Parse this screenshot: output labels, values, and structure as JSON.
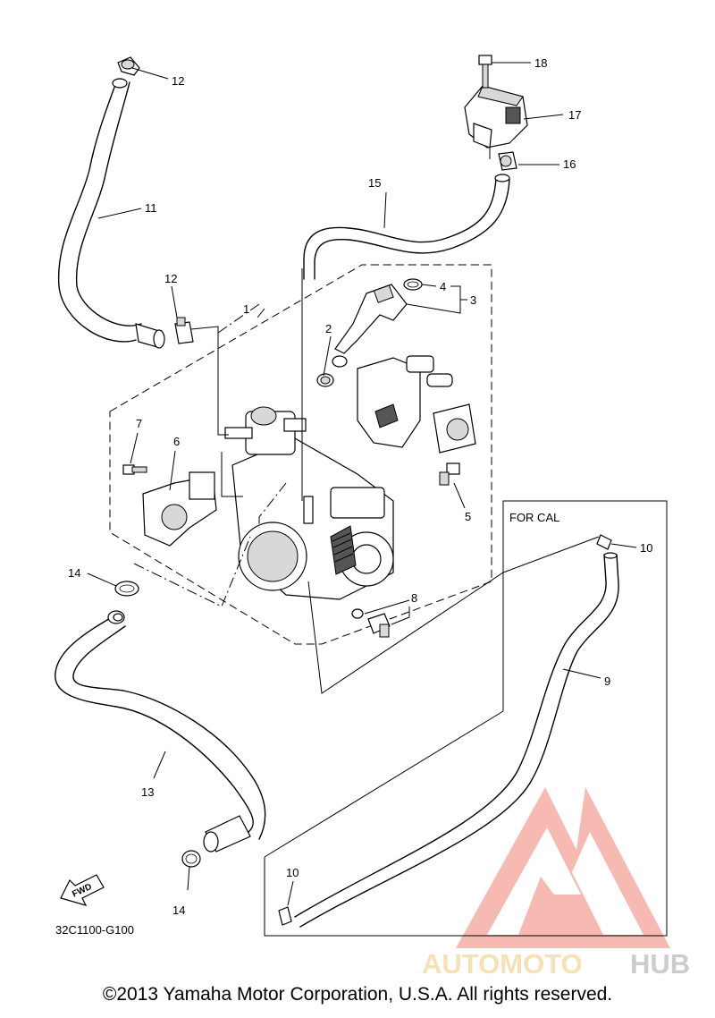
{
  "diagram": {
    "code": "32C1100-G100",
    "region_label": "FOR CAL",
    "fwd_label": "FWD",
    "callouts": [
      "1",
      "2",
      "3",
      "4",
      "5",
      "6",
      "7",
      "8",
      "9",
      "10",
      "10",
      "11",
      "12",
      "12",
      "13",
      "14",
      "14",
      "15",
      "16",
      "17",
      "18"
    ]
  },
  "watermark": {
    "text_part1": "AUTOMOTO",
    "text_part2": "HUB",
    "colors": {
      "primary": "#f4a49a",
      "secondary": "#f2d79c"
    }
  },
  "footer": {
    "copyright": "©2013 Yamaha Motor Corporation, U.S.A. All rights reserved."
  }
}
